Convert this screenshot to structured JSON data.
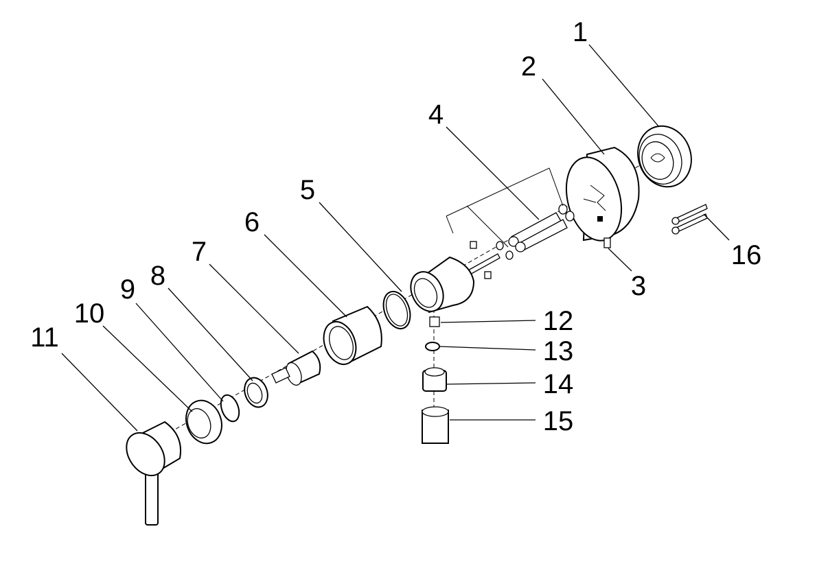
{
  "diagram": {
    "type": "exploded-parts-view",
    "callouts": [
      "1",
      "2",
      "3",
      "4",
      "5",
      "6",
      "7",
      "8",
      "9",
      "10",
      "11",
      "12",
      "13",
      "14",
      "15",
      "16"
    ]
  }
}
